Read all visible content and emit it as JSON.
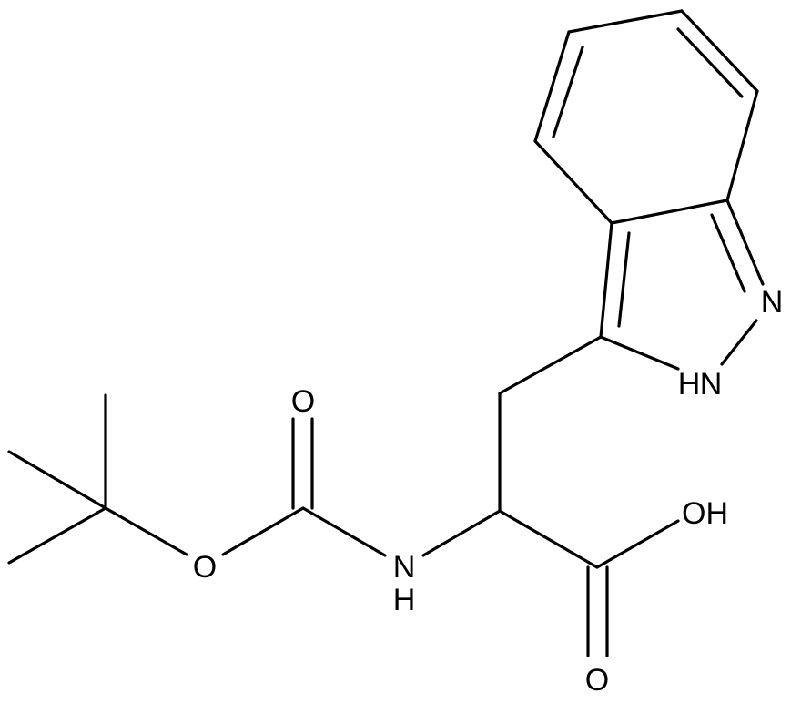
{
  "molecule": {
    "atoms": {
      "carbonyl_o": "O",
      "ester_o": "O",
      "amide_n": "N",
      "amide_h": "H",
      "acid_oh": "OH",
      "acid_o": "O",
      "pyrazole_n": "N",
      "pyrazole_nh": "N",
      "pyrazole_nh_h": "H"
    }
  },
  "colors": {
    "bond": "#000000",
    "label": "#000000",
    "background": "#ffffff"
  }
}
